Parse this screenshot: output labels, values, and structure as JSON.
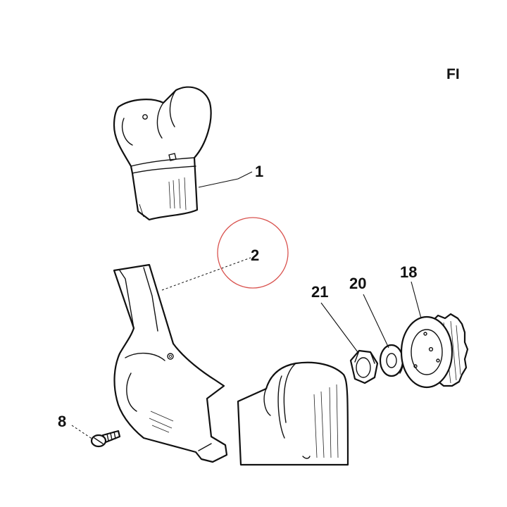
{
  "figure": {
    "title_fragment": "FI",
    "callouts": [
      {
        "id": "callout-1",
        "text": "1"
      },
      {
        "id": "callout-2",
        "text": "2"
      },
      {
        "id": "callout-8",
        "text": "8"
      },
      {
        "id": "callout-18",
        "text": "18"
      },
      {
        "id": "callout-20",
        "text": "20"
      },
      {
        "id": "callout-21",
        "text": "21"
      }
    ],
    "highlight_color": "#d9534f"
  }
}
